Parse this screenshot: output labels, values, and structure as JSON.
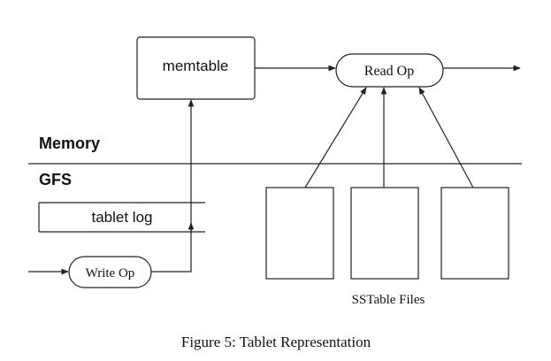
{
  "nodes": {
    "memtable": "memtable",
    "read_op": "Read Op",
    "write_op": "Write Op",
    "tablet_log": "tablet log"
  },
  "sections": {
    "memory": "Memory",
    "gfs": "GFS"
  },
  "sstable_label": "SSTable Files",
  "caption": "Figure 5: Tablet Representation"
}
